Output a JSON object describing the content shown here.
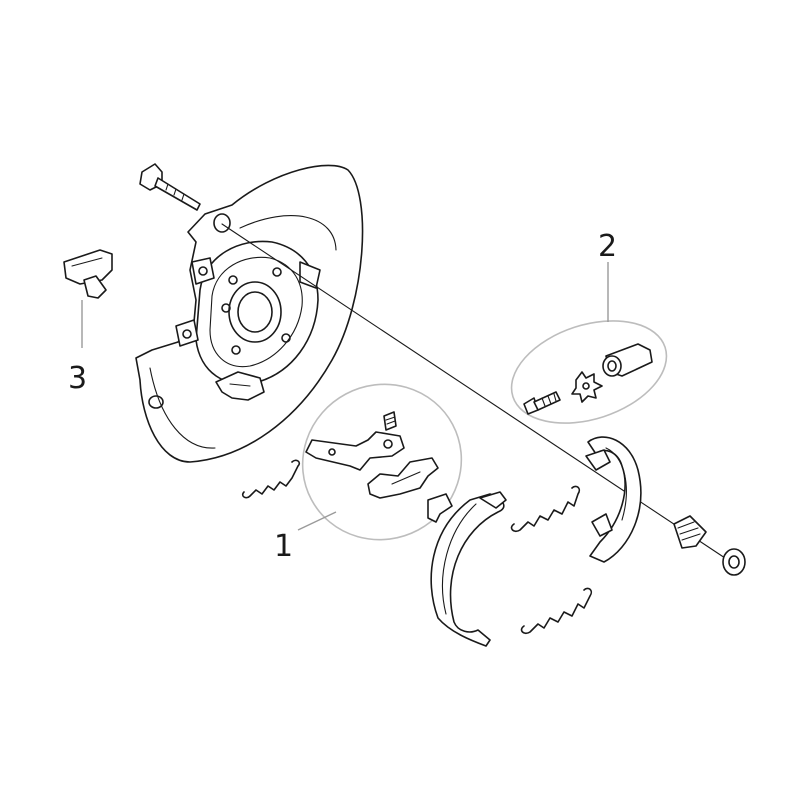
{
  "callouts": {
    "c1": "1",
    "c2": "2",
    "c3": "3"
  },
  "colors": {
    "line": "#1a1a1a",
    "group_outline": "#bdbdbd",
    "leader": "#9a9a9a",
    "background": "#ffffff"
  }
}
